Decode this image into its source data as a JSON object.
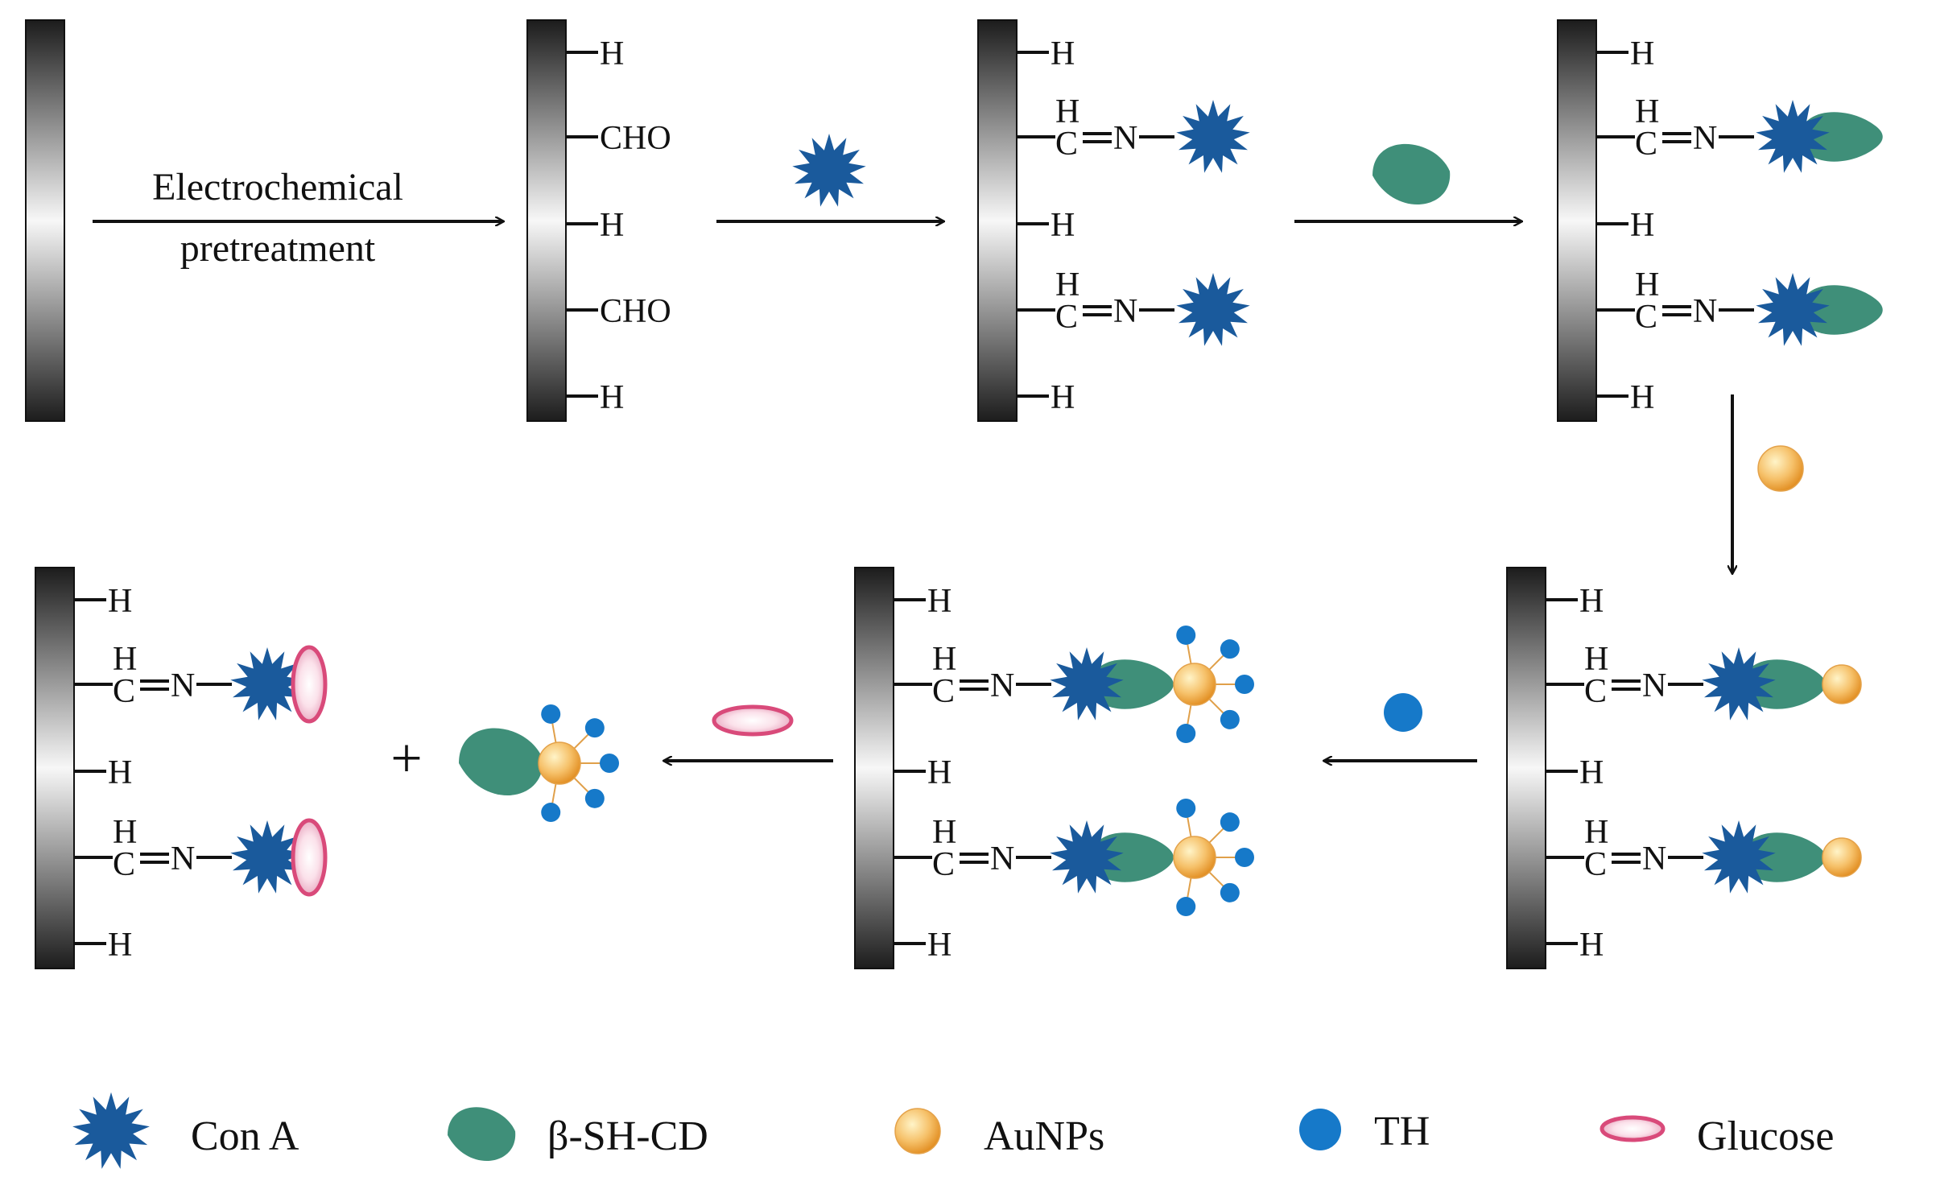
{
  "step_label": {
    "line1": "Electrochemical",
    "line2": "pretreatment"
  },
  "chem": {
    "h": "H",
    "cho": "CHO",
    "c": "C",
    "n": "N"
  },
  "plus_sign": "+",
  "legend": [
    {
      "icon": "con-a-icon",
      "label": "Con A"
    },
    {
      "icon": "beta-sh-cd-icon",
      "label": "β-SH-CD"
    },
    {
      "icon": "aunps-icon",
      "label": "AuNPs"
    },
    {
      "icon": "th-icon",
      "label": "TH"
    },
    {
      "icon": "glucose-icon",
      "label": "Glucose"
    }
  ],
  "colors": {
    "con_a": "#1a5a9c",
    "beta_sh_cd": "#3f8f79",
    "aunps": "#f2a93b",
    "th": "#1679c9",
    "glucose": "#d94a7a",
    "arrow": "#111111"
  }
}
